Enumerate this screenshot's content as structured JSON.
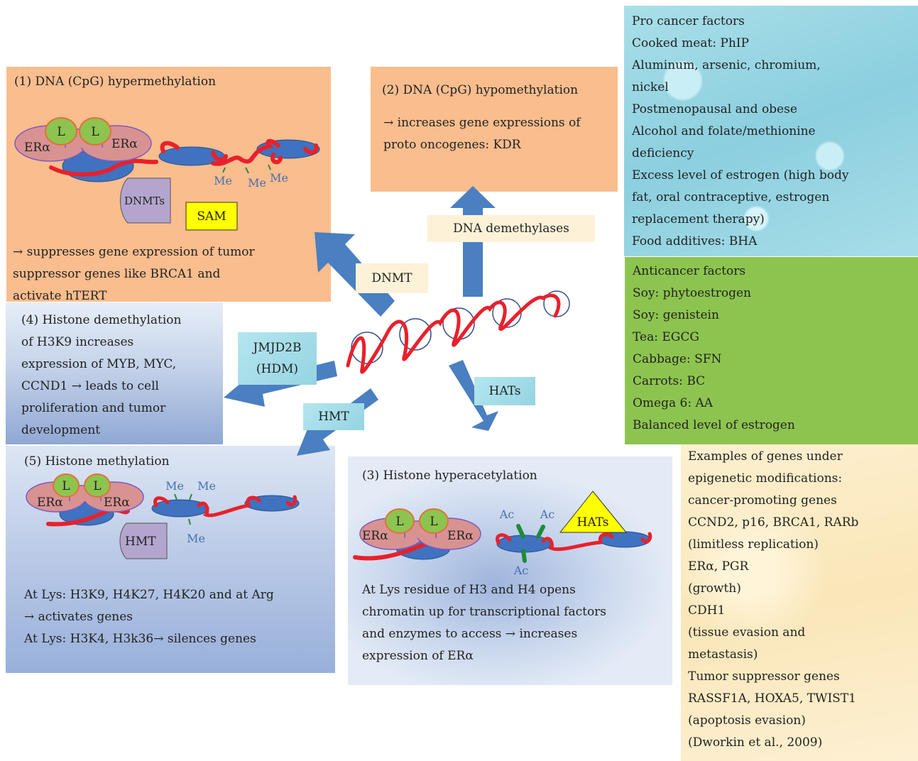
{
  "box1": {
    "title": "(1) DNA (CpG) hypermethylation",
    "ligand": "L",
    "receptor": "ERα",
    "me": "Me",
    "dnmts": "DNMTs",
    "sam": "SAM",
    "lines": [
      "→ suppresses gene expression of tumor",
      "suppressor genes like BRCA1 and",
      "activate hTERT"
    ]
  },
  "box2": {
    "title": "(2) DNA (CpG) hypomethylation",
    "lines": [
      "→ increases gene expressions of",
      "proto oncogenes: KDR"
    ]
  },
  "box4": {
    "lines": [
      "(4) Histone demethylation",
      "of H3K9 increases",
      "expression of MYB, MYC,",
      "CCND1 → leads to cell",
      "proliferation and tumor",
      "development"
    ]
  },
  "box5": {
    "title": "(5) Histone methylation",
    "ligand": "L",
    "receptor": "ERα",
    "me": "Me",
    "hmt": "HMT",
    "lines": [
      "At Lys: H3K9, H4K27, H4K20 and at Arg",
      "→ activates genes",
      "At Lys: H3K4, H3k36→  silences genes"
    ]
  },
  "box3": {
    "title": "(3) Histone hyperacetylation",
    "ligand": "L",
    "receptor": "ERα",
    "ac": "Ac",
    "hats": "HATs",
    "lines": [
      "At Lys residue of H3 and H4 opens",
      "chromatin up for transcriptional factors",
      "and enzymes to access → increases",
      "expression of ERα"
    ]
  },
  "pro": {
    "lines": [
      "Pro cancer factors",
      "Cooked meat: PhIP",
      "Aluminum, arsenic, chromium,",
      "nickel",
      "Postmenopausal and obese",
      "Alcohol and folate/methionine",
      "deficiency",
      "Excess level of estrogen (high body",
      "fat, oral contraceptive, estrogen",
      "replacement therapy)",
      "Food additives: BHA"
    ]
  },
  "anti": {
    "lines": [
      "Anticancer factors",
      "Soy: phytoestrogen",
      "Soy: genistein",
      "Tea: EGCG",
      "Cabbage: SFN",
      "Carrots: BC",
      "Omega 6: AA",
      "Balanced level of estrogen"
    ]
  },
  "examples": {
    "lines": [
      "Examples of genes under",
      "epigenetic modifications:",
      "cancer-promoting genes",
      "CCND2, p16, BRCA1, RARb",
      "(limitless replication)",
      "ERα, PGR",
      "(growth)",
      "CDH1",
      "(tissue evasion and",
      "metastasis)",
      "Tumor suppressor genes",
      "RASSF1A, HOXA5, TWIST1",
      "(apoptosis evasion)",
      "(Dworkin et al., 2009)"
    ]
  },
  "arrows": {
    "dna_demethylases": "DNA demethylases",
    "dnmt": "DNMT",
    "jmjd2b_line1": "JMJD2B",
    "jmjd2b_line2": "(HDM)",
    "hmt": "HMT",
    "hats": "HATs"
  },
  "colors": {
    "arrow": "#4a7fc1",
    "dna_strand": "#e8212b",
    "receptor": "#d89292",
    "ligand": "#8dc44f",
    "nucleosome": "#3f72c0",
    "sam": "#ffff00",
    "enzyme": "#b4a5cf"
  }
}
